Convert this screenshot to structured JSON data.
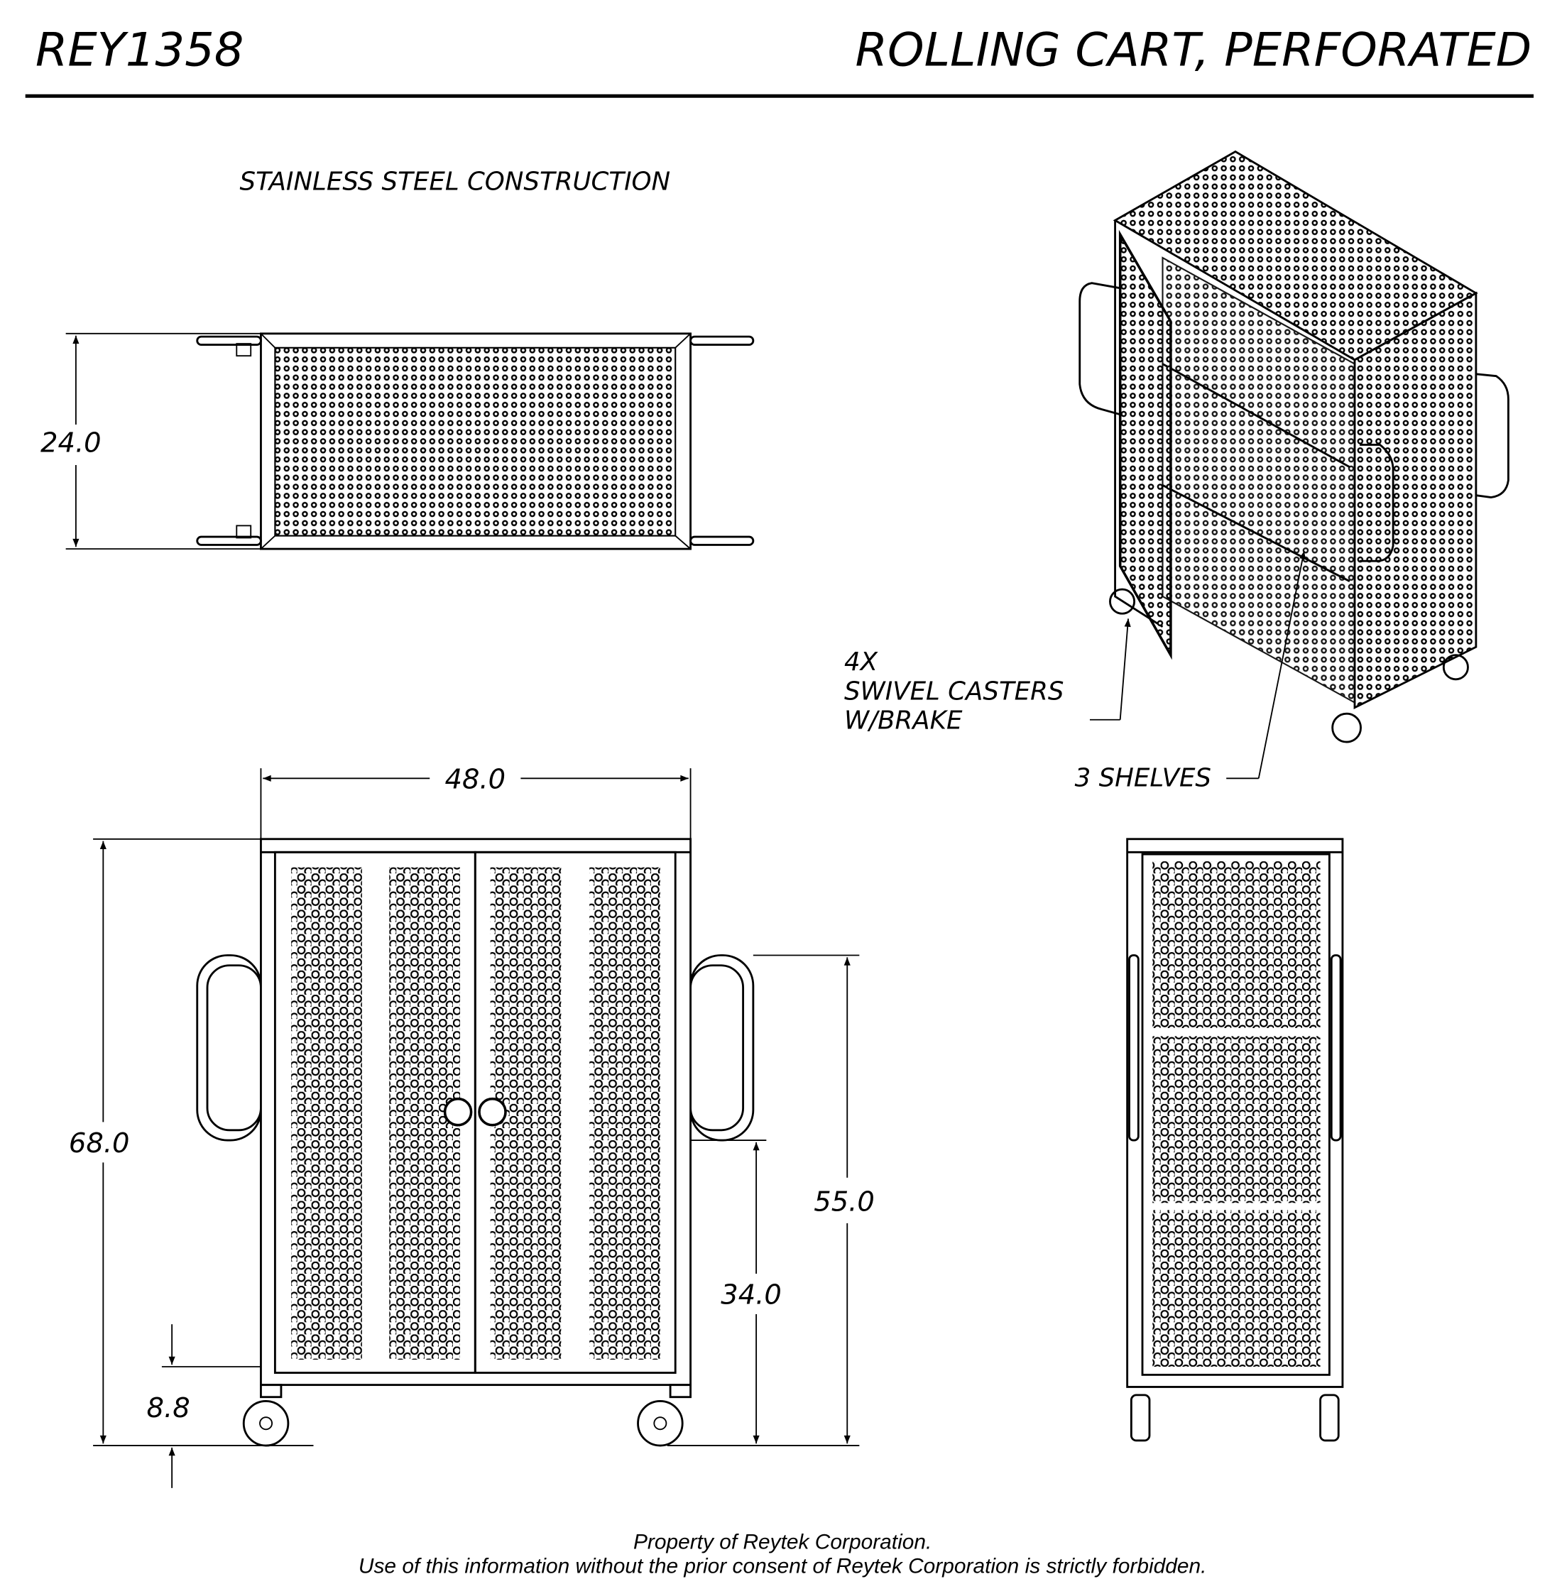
{
  "header": {
    "part_number": "REY1358",
    "title": "ROLLING CART, PERFORATED"
  },
  "notes": {
    "material": "STAINLESS STEEL CONSTRUCTION",
    "casters_qty": "4X",
    "casters_line1": "SWIVEL CASTERS",
    "casters_line2": "W/BRAKE",
    "shelves": "3 SHELVES"
  },
  "dimensions": {
    "depth": "24.0",
    "width": "48.0",
    "height": "68.0",
    "handle_top": "55.0",
    "handle_bottom": "34.0",
    "ground_clearance": "8.8"
  },
  "footer": {
    "line1": "Property of Reytek Corporation.",
    "line2": "Use of this information without the prior consent of Reytek Corporation is strictly forbidden."
  }
}
